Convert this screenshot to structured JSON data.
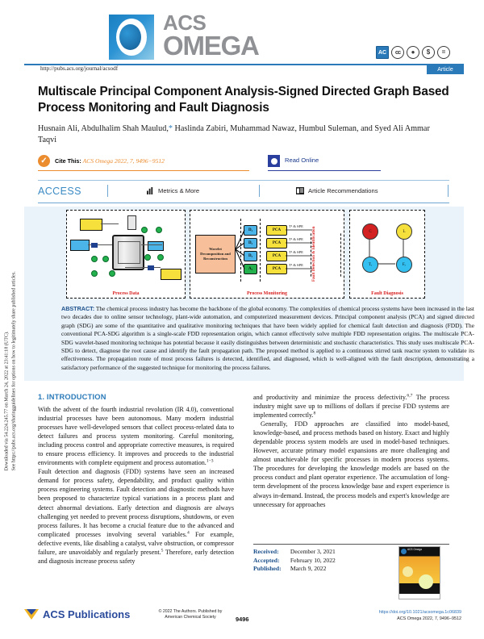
{
  "journal": {
    "logo_acs": "ACS",
    "logo_omega": "OMEGA",
    "url": "http://pubs.acs.org/journal/acsodf",
    "article_tag": "Article"
  },
  "license_icons": [
    {
      "name": "acs-authorchoice-badge",
      "glyph": "AC"
    },
    {
      "name": "creative-commons-icon",
      "glyph": "cc"
    },
    {
      "name": "cc-by-icon",
      "glyph": "i"
    },
    {
      "name": "cc-nc-icon",
      "glyph": "$"
    },
    {
      "name": "cc-nd-icon",
      "glyph": "="
    }
  ],
  "sidenote": {
    "line1": "Downloaded via 54.224.245.77 on March 24, 2022 at 23:41:18 (UTC).",
    "line2": "See https://pubs.acs.org/sharingguidelines for options on how to legitimately share published articles."
  },
  "article": {
    "title": "Multiscale Principal Component Analysis-Signed Directed Graph Based Process Monitoring and Fault Diagnosis",
    "authors_line1": "Husnain Ali, Abdulhalim Shah Maulud,",
    "authors_corresponding_mark": "*",
    "authors_line1_cont": " Haslinda Zabiri, Muhammad Nawaz, Humbul Suleman,",
    "authors_line2": "and Syed Ali Ammar Taqvi"
  },
  "cite": {
    "label": "Cite This:",
    "citation": "ACS Omega 2022, 7, 9496−9512",
    "read_online": "Read Online"
  },
  "access": {
    "access_label": "ACCESS",
    "metrics_label": "Metrics & More",
    "recommendations_label": "Article Recommendations"
  },
  "figure": {
    "panel1_label": "Process Data",
    "panel2_label": "Process Monitoring",
    "panel3_label": "Fault Diagnosis",
    "wavelet_box": "Wavelet Decomposition and Reconstruction",
    "nodes": [
      "D₁",
      "D₂",
      "D₃",
      "A₃"
    ],
    "pca_label": "PCA",
    "stat_label": "T² & SPE",
    "detection_label": "Fault Detection & Identification",
    "sdg_nodes": [
      "C",
      "L",
      "Tₒ",
      "Fₒ"
    ]
  },
  "abstract": {
    "label": "ABSTRACT:",
    "text": " The chemical process industry has become the backbone of the global economy. The complexities of chemical process systems have been increased in the last two decades due to online sensor technology, plant-wide automation, and computerized measurement devices. Principal component analysis (PCA) and signed directed graph (SDG) are some of the quantitative and qualitative monitoring techniques that have been widely applied for chemical fault detection and diagnosis (FDD). The conventional PCA-SDG algorithm is a single-scale FDD representation origin, which cannot effectively solve multiple FDD representation origins. The multiscale PCA-SDG wavelet-based monitoring technique has potential because it easily distinguishes between deterministic and stochastic characteristics. This study uses multiscale PCA-SDG to detect, diagnose the root cause and identify the fault propagation path. The proposed method is applied to a continuous stirred tank reactor system to validate its effectiveness. The propagation route of most process failures is detected, identified, and diagnosed, which is well-aligned with the fault description, demonstrating a satisfactory performance of the suggested technique for monitoring the process failures."
  },
  "section": {
    "heading": "1. INTRODUCTION",
    "left_p1": "With the advent of the fourth industrial revolution (IR 4.0), conventional industrial processes have been autonomous. Many modern industrial processes have well-developed sensors that collect process-related data to detect failures and process system monitoring. Careful monitoring, including process control and appropriate corrective measures, is required to ensure process efficiency. It improves and proceeds to the industrial environments with complete equipment and process automation.",
    "left_p1_sup": "1−3",
    "left_p2": "Fault detection and diagnosis (FDD) systems have seen an increased demand for process safety, dependability, and product quality within process engineering systems. Fault detection and diagnostic methods have been proposed to characterize typical variations in a process plant and detect abnormal deviations. Early detection and diagnosis are always challenging yet needed to prevent process disruptions, shutdowns, or even process failures. It has become a crucial feature due to the advanced and complicated processes involving several variables.",
    "left_p2_sup": "4",
    "left_p2_cont": " For example, defective events, like disabling a catalyst, valve obstruction, or compressor failure, are unavoidably and regularly present.",
    "left_p2_sup2": "5",
    "left_p2_end": " Therefore, early detection and diagnosis increase process safety",
    "right_p1": "and productivity and minimize the process defectivity.",
    "right_p1_sup": "6,7",
    "right_p1_cont": " The process industry might save up to millions of dollars if precise FDD systems are implemented correctly.",
    "right_p1_sup2": "8",
    "right_p2": "Generally, FDD approaches are classified into model-based, knowledge-based, and process methods based on history. Exact and highly dependable process system models are used in model-based techniques. However, accurate primary model expansions are more challenging and almost unachievable for specific processes in modern process systems. The procedures for developing the knowledge models are based on the process conduct and plant operator experience. The accumulation of long-term development of the process knowledge base and expert experience is always in-demand. Instead, the process models and expert's knowledge are unnecessary for approaches"
  },
  "dates": {
    "received_label": "Received:",
    "received_value": "December 3, 2021",
    "accepted_label": "Accepted:",
    "accepted_value": "February 10, 2022",
    "published_label": "Published:",
    "published_value": "March 9, 2022"
  },
  "cover_thumb": {
    "title": "ACS Omega"
  },
  "footer": {
    "publisher": "ACS Publications",
    "copyright_line1": "© 2022 The Authors. Published by",
    "copyright_line2": "American Chemical Society",
    "page_number": "9496",
    "doi": "https://doi.org/10.1021/acsomega.1c06839",
    "journal_ref": "ACS Omega 2022, 7, 9496−9512"
  },
  "colors": {
    "acs_blue": "#2a7ab9",
    "orange": "#eb8c2f",
    "dark_blue": "#2a3f9e",
    "abstract_bg": "#eaf3fa"
  }
}
